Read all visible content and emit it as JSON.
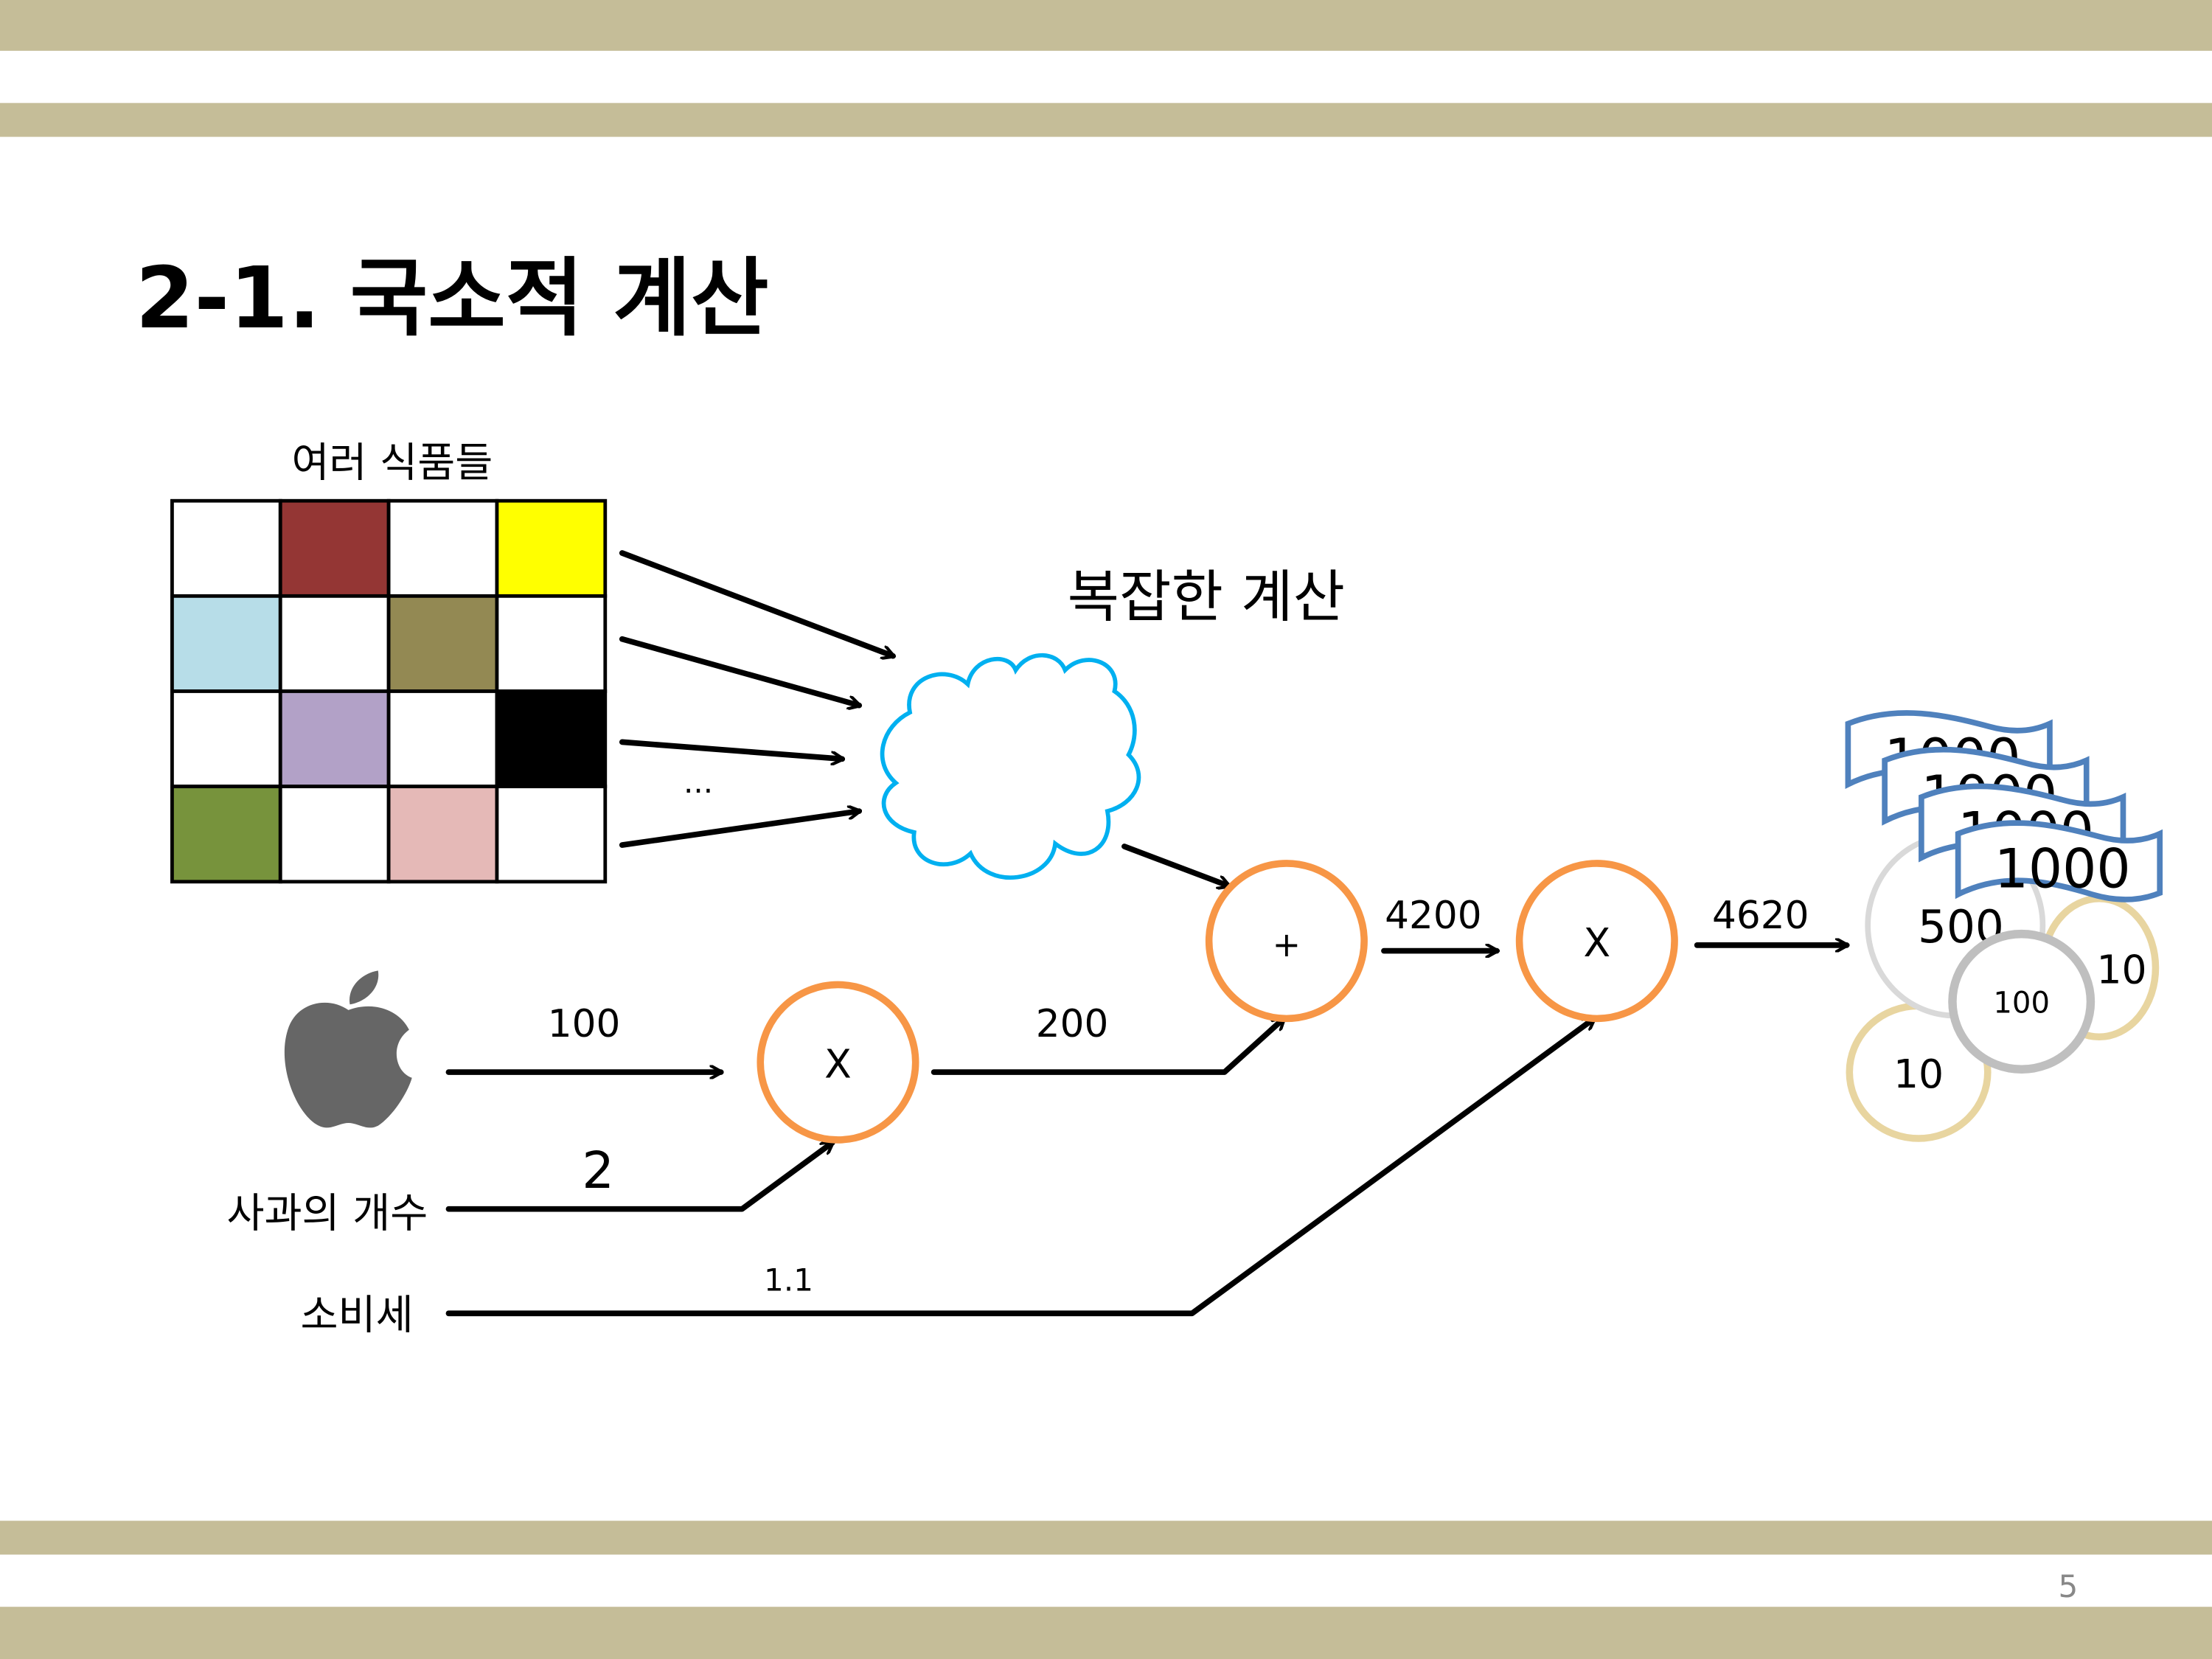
{
  "slide": {
    "title": "2-1. 국소적 계산",
    "page_number": "5",
    "band_color": "#c5bd98"
  },
  "foods": {
    "label": "여러 식품들",
    "grid_colors": [
      [
        "#ffffff",
        "#943634",
        "#ffffff",
        "#ffff00"
      ],
      [
        "#b7dde8",
        "#ffffff",
        "#938953",
        "#ffffff"
      ],
      [
        "#ffffff",
        "#b2a1c7",
        "#ffffff",
        "#000000"
      ],
      [
        "#77933c",
        "#ffffff",
        "#e5b9b7",
        "#ffffff"
      ]
    ],
    "ellipsis": "..."
  },
  "cloud": {
    "label": "복잡한 계산",
    "color": "#00b0f0"
  },
  "inputs": {
    "apple_icon": "apple-icon",
    "apple_price": "100",
    "count_label": "사과의 개수",
    "count_value": "2",
    "tax_label": "소비세",
    "tax_value": "1.1"
  },
  "nodes": {
    "multiply_apple": "X",
    "add": "+",
    "multiply_tax": "X",
    "node_color": "#f79646"
  },
  "edges": {
    "apple_total": "200",
    "sum_total": "4200",
    "final_total": "4620"
  },
  "money": {
    "bills": [
      "1000",
      "1000",
      "1000",
      "1000"
    ],
    "coins": [
      "10",
      "10",
      "500",
      "100"
    ]
  }
}
